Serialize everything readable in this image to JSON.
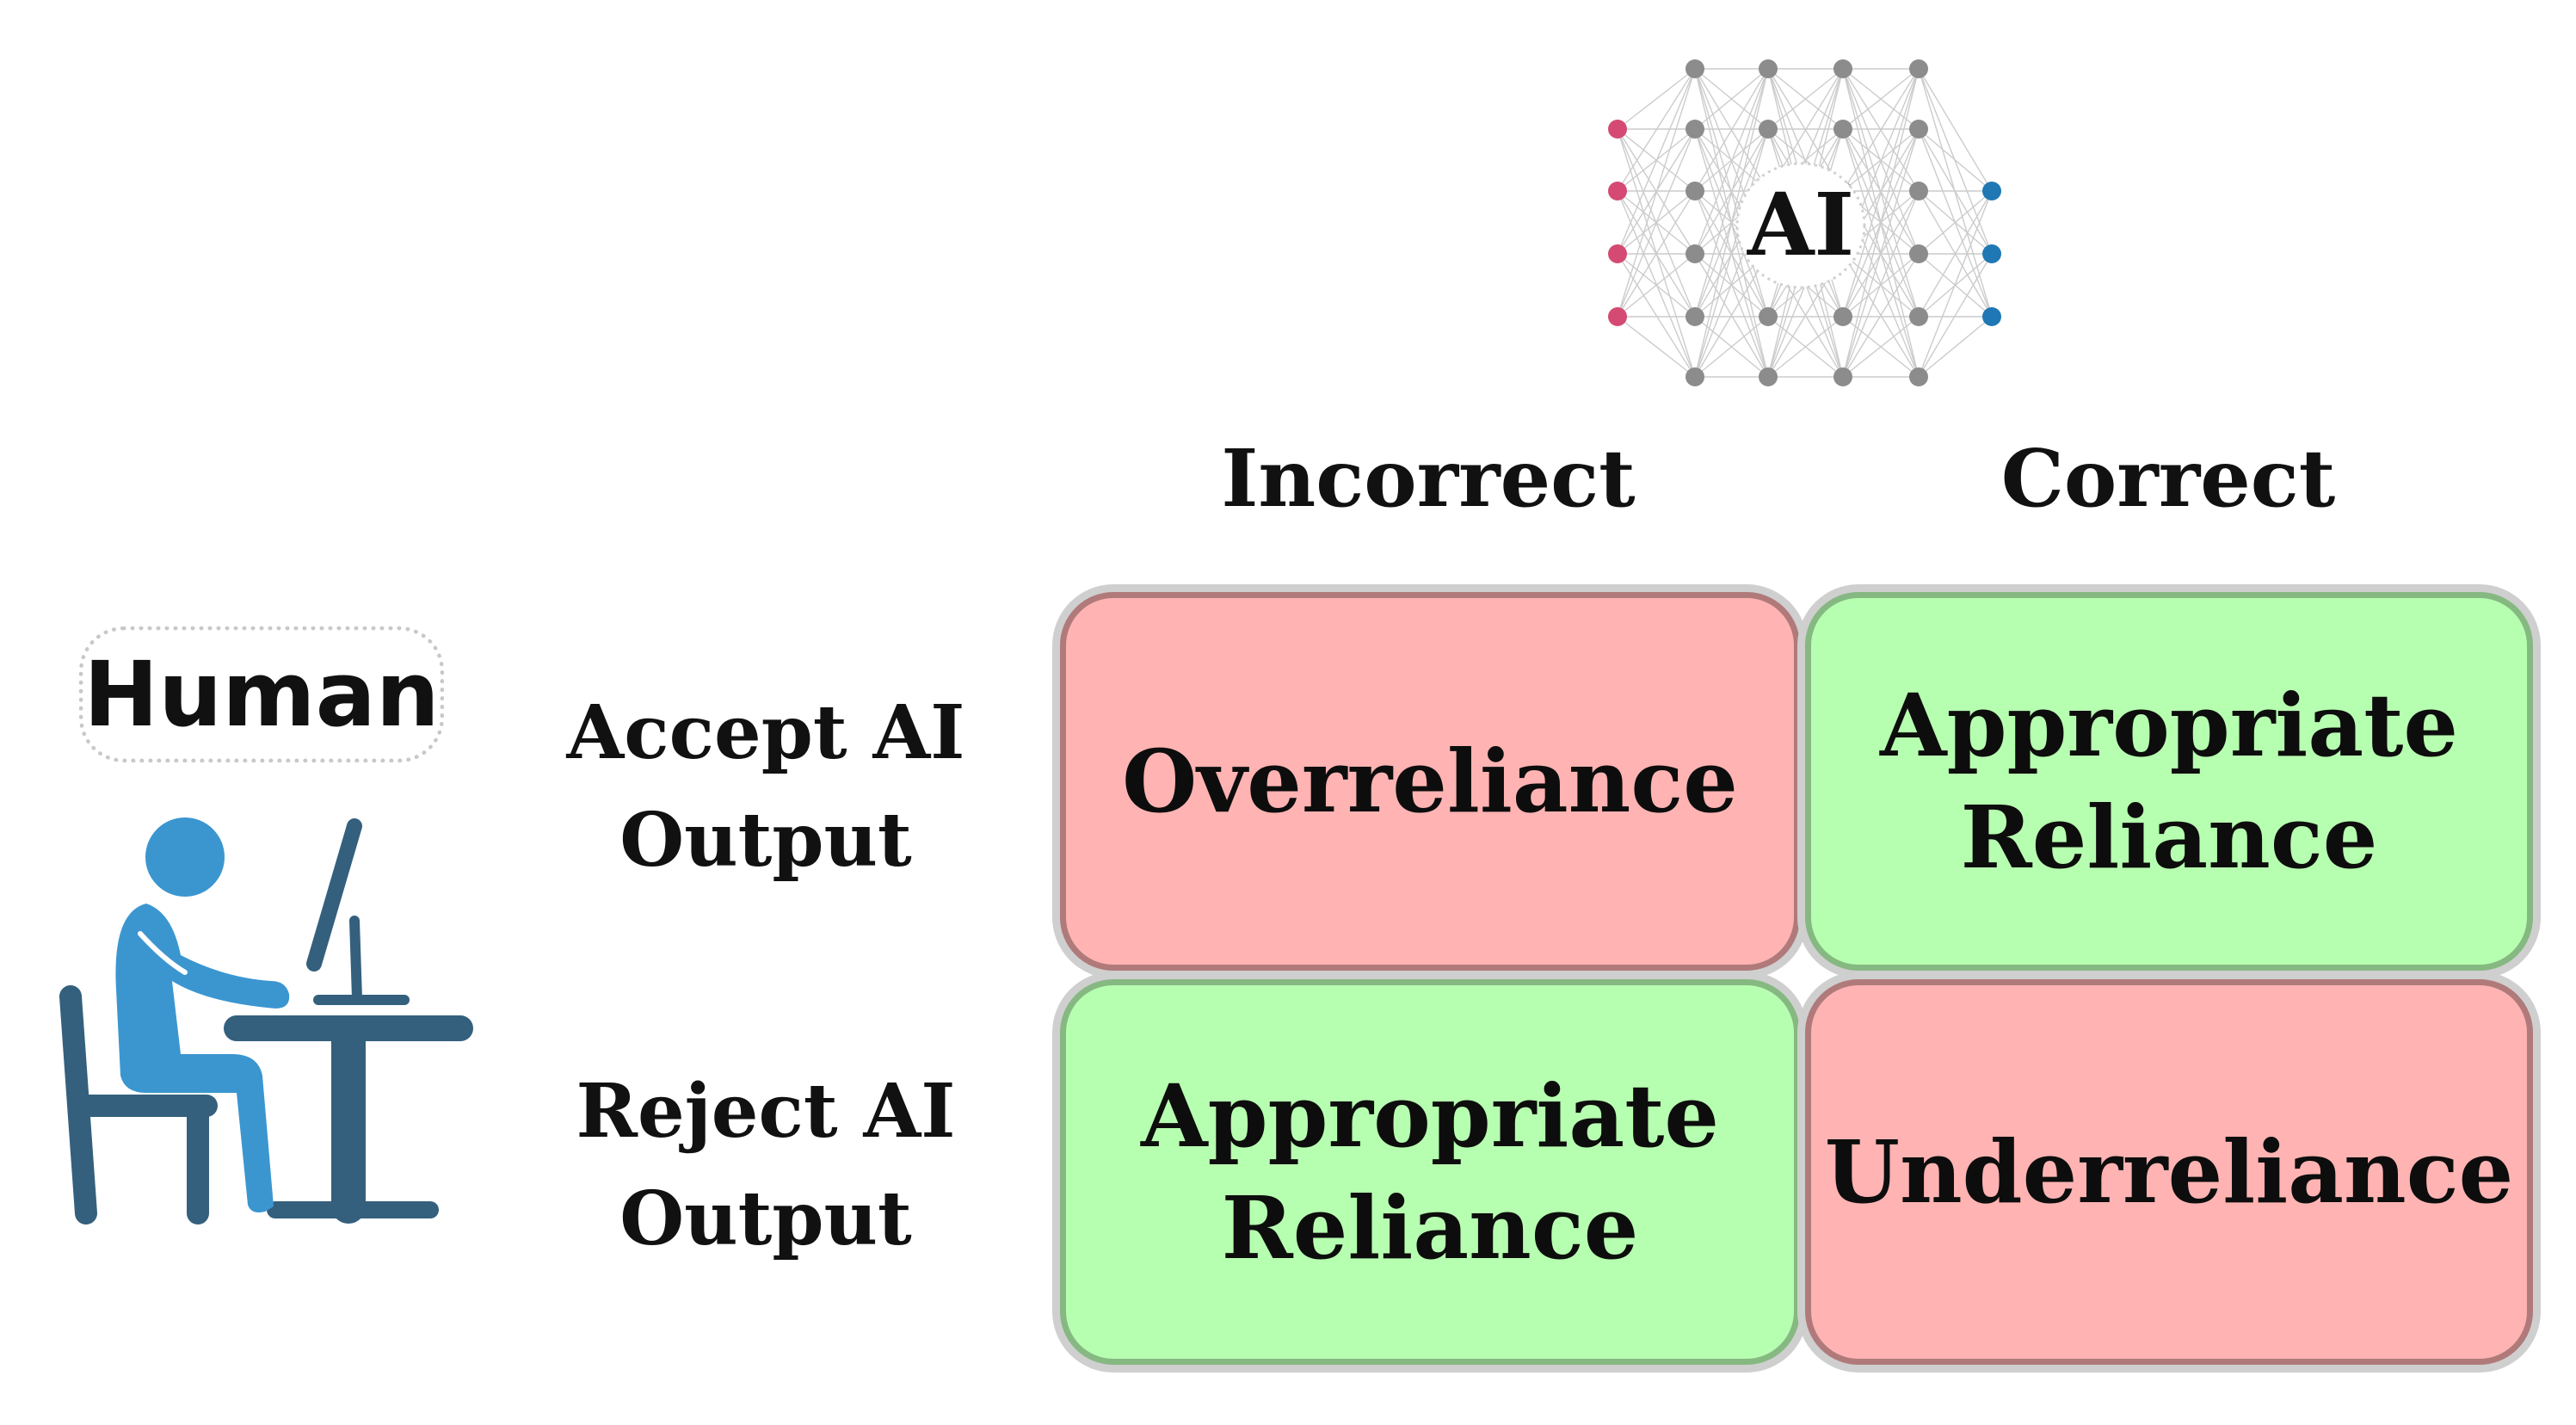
{
  "ai_label": "AI",
  "human_label": "Human",
  "columns": [
    "Incorrect",
    "Correct"
  ],
  "rows": [
    {
      "line1": "Accept AI",
      "line2": "Output"
    },
    {
      "line1": "Reject AI",
      "line2": "Output"
    }
  ],
  "cells": [
    {
      "line1": "Overreliance",
      "line2": ""
    },
    {
      "line1": "Appropriate",
      "line2": "Reliance"
    },
    {
      "line1": "Appropriate",
      "line2": "Reliance"
    },
    {
      "line1": "Underreliance",
      "line2": ""
    }
  ],
  "colors": {
    "bad_fill": "#ffb3b3",
    "good_fill": "#b7ffb0",
    "input_node": "#d44a72",
    "hidden_node": "#8c8c8c",
    "output_node": "#1f78b4",
    "human_light": "#3b96d0",
    "human_dark": "#34607e"
  },
  "icons": [
    "neural-network-icon",
    "person-at-computer-icon"
  ]
}
